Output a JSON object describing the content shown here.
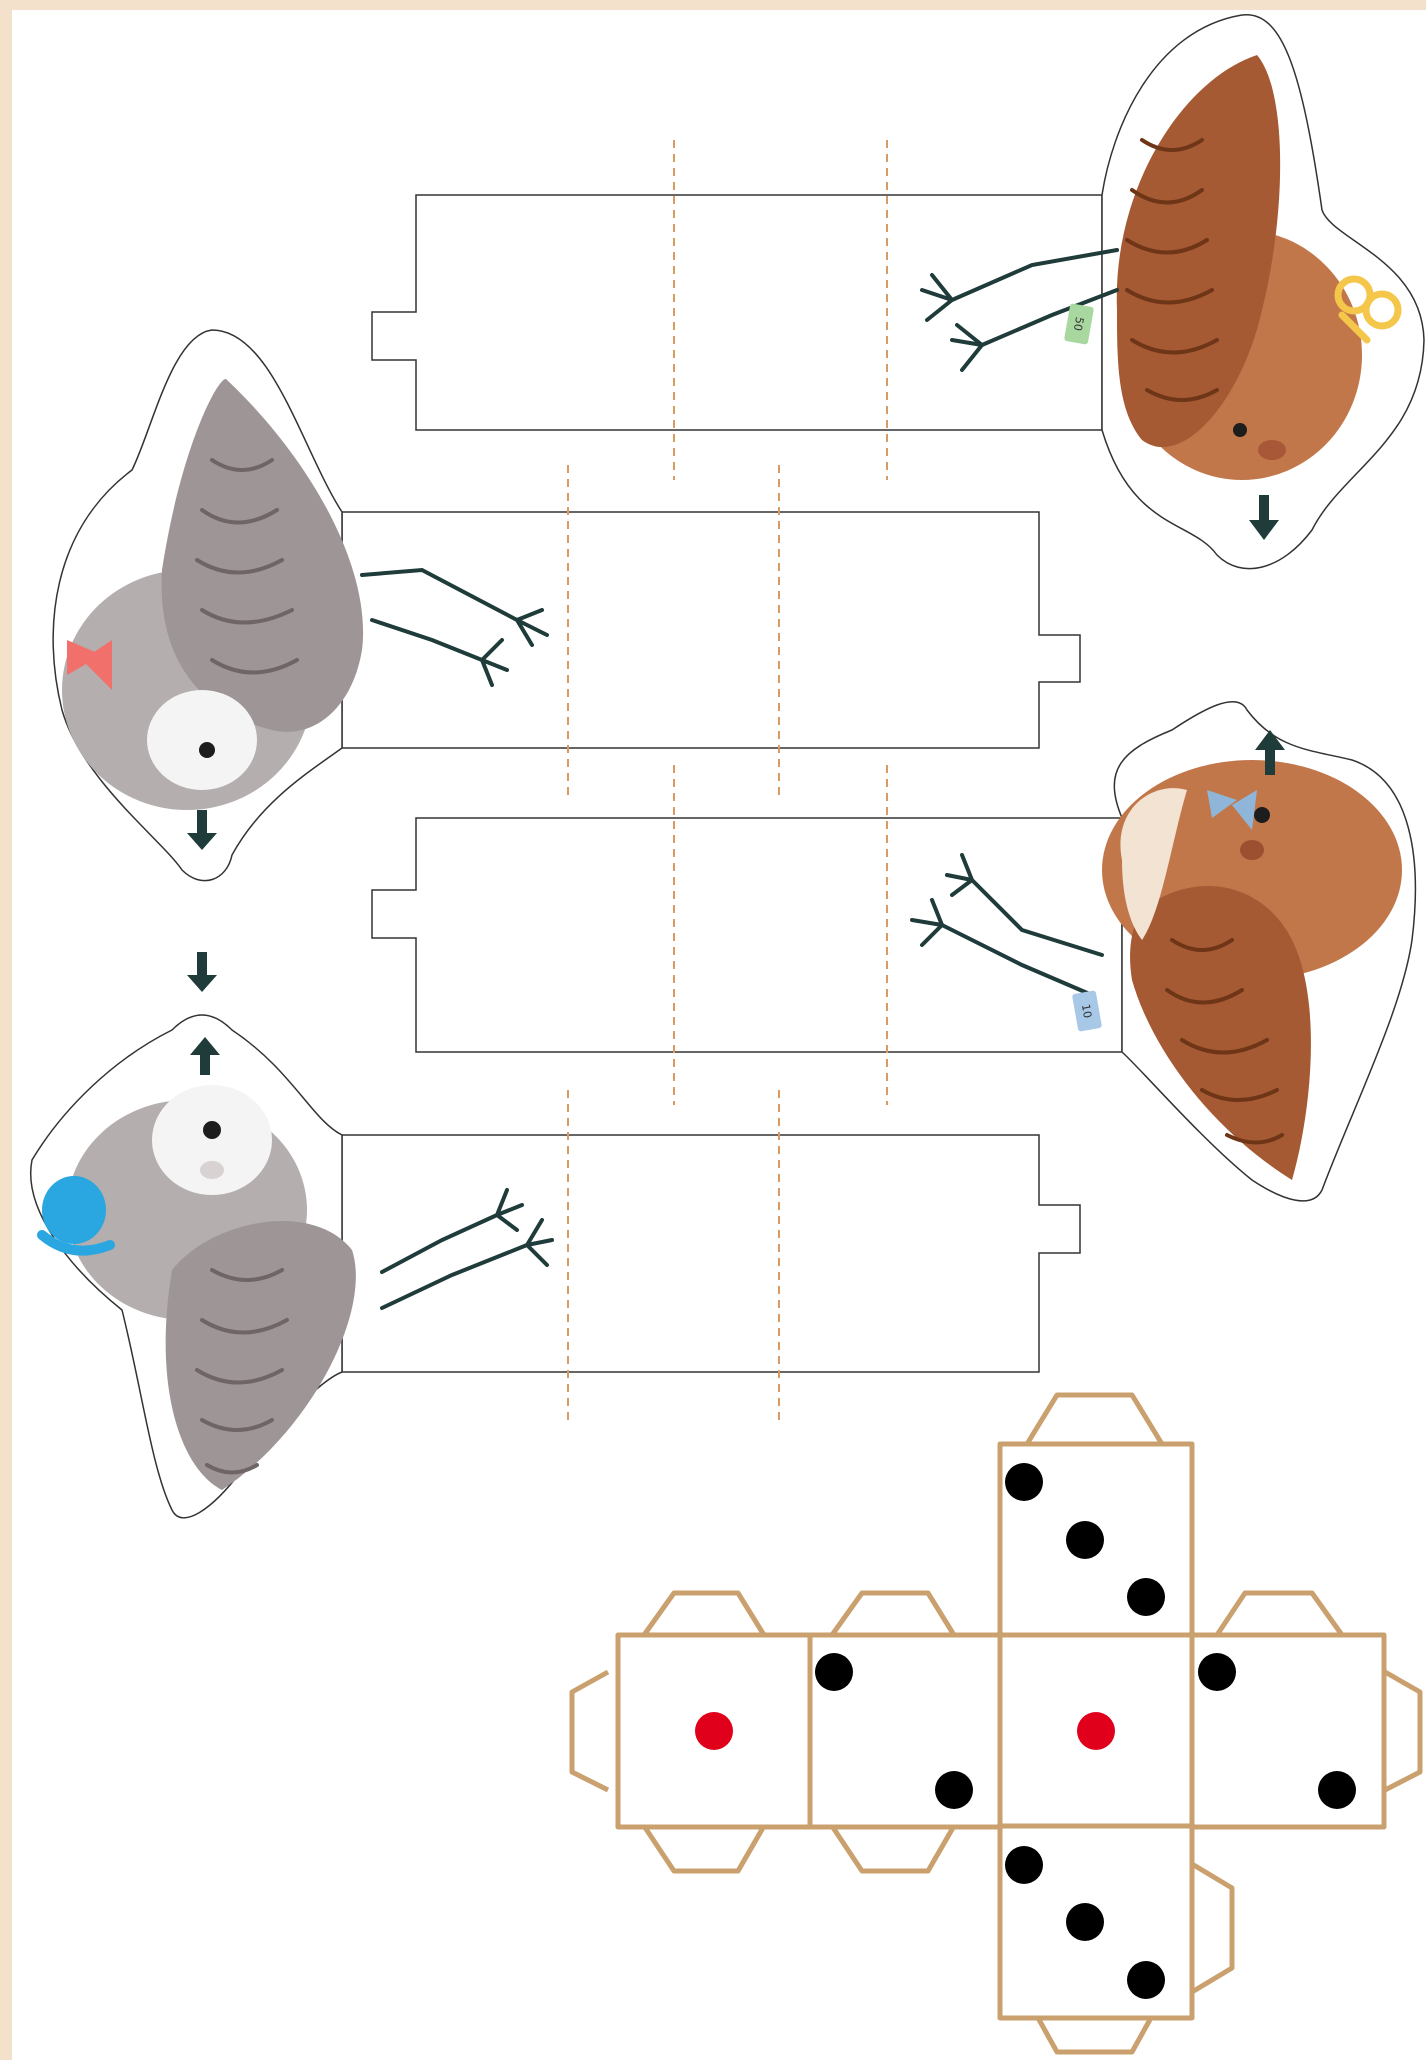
{
  "sheet": {
    "background_color": "#f3e1cc",
    "paper_color": "#ffffff",
    "fold_line_color": "#d99a64",
    "cut_line_color": "#333333",
    "die_outline_color": "#c9a06e"
  },
  "birds": [
    {
      "id": "bird-brown-top",
      "plumage": "brown",
      "accessory": "yellow-pretzel",
      "leg_tag": "50",
      "tag_color": "#a8d8a0"
    },
    {
      "id": "bird-gray-upper",
      "plumage": "gray",
      "accessory": "pink-bow",
      "leg_tag": "",
      "tag_color": ""
    },
    {
      "id": "bird-brown-lower",
      "plumage": "brown",
      "accessory": "blue-bow",
      "leg_tag": "10",
      "tag_color": "#a8c8e8"
    },
    {
      "id": "bird-gray-bottom",
      "plumage": "gray",
      "accessory": "blue-hat",
      "leg_tag": "",
      "tag_color": ""
    }
  ],
  "die": {
    "faces": [
      {
        "name": "left",
        "pips": 1,
        "pip_color": "#e0001b"
      },
      {
        "name": "second",
        "pips": 2,
        "pip_color": "#000000"
      },
      {
        "name": "top",
        "pips": 3,
        "pip_color": "#000000"
      },
      {
        "name": "center",
        "pips": 1,
        "pip_color": "#e0001b"
      },
      {
        "name": "right",
        "pips": 2,
        "pip_color": "#000000"
      },
      {
        "name": "bottom",
        "pips": 3,
        "pip_color": "#000000"
      }
    ]
  },
  "icons": {
    "arrow": "arrow-down-icon"
  }
}
